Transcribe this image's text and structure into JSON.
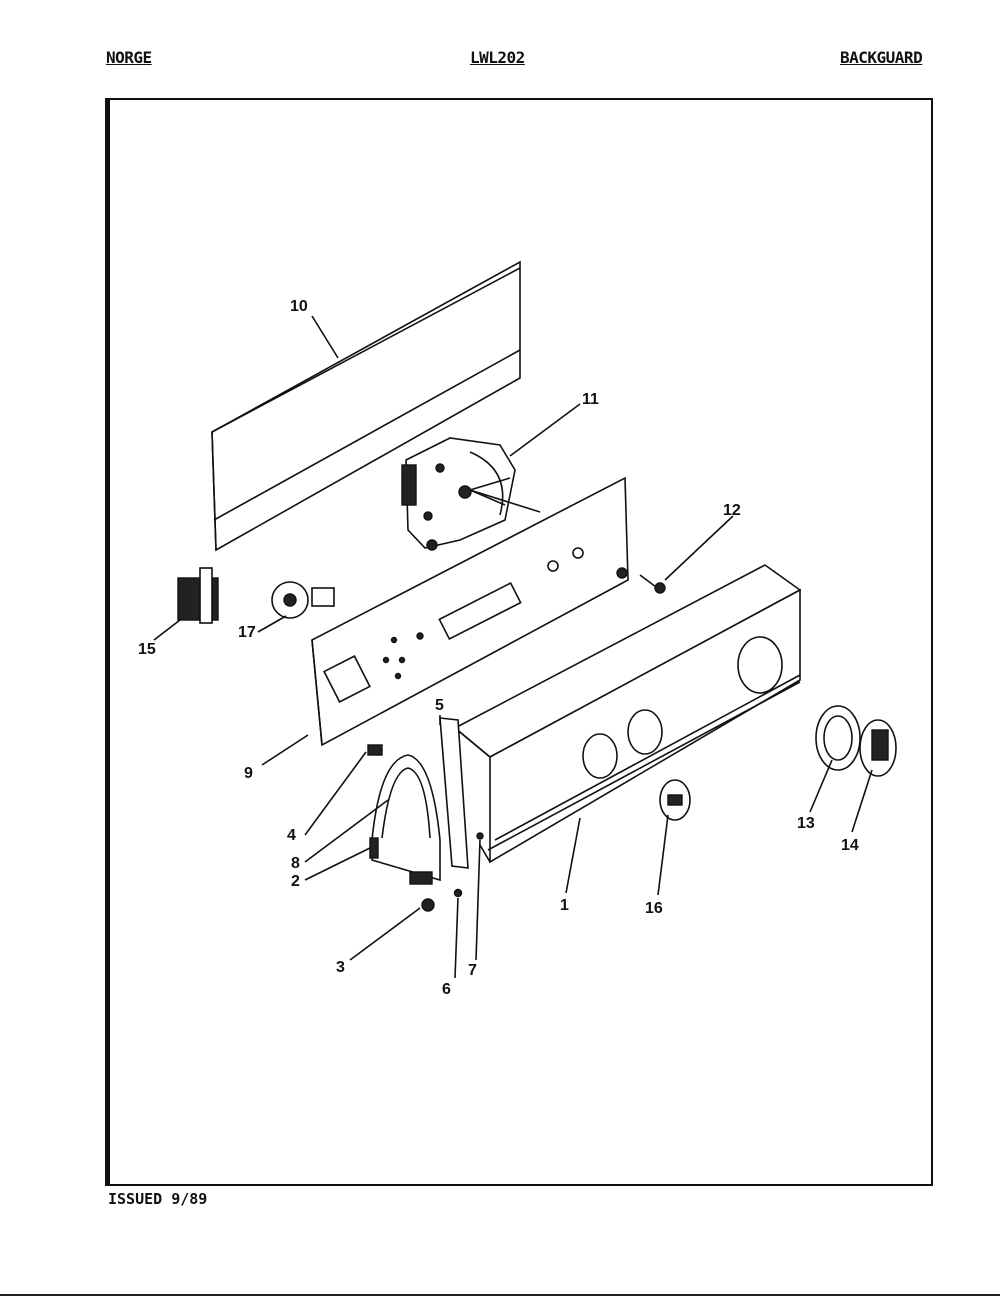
{
  "header": {
    "brand": "NORGE",
    "model": "LWL202",
    "section": "BACKGUARD"
  },
  "footer": {
    "issued": "ISSUED 9/89"
  },
  "callouts": [
    "10",
    "11",
    "12",
    "15",
    "17",
    "9",
    "5",
    "4",
    "8",
    "2",
    "3",
    "6",
    "7",
    "1",
    "16",
    "13",
    "14"
  ]
}
